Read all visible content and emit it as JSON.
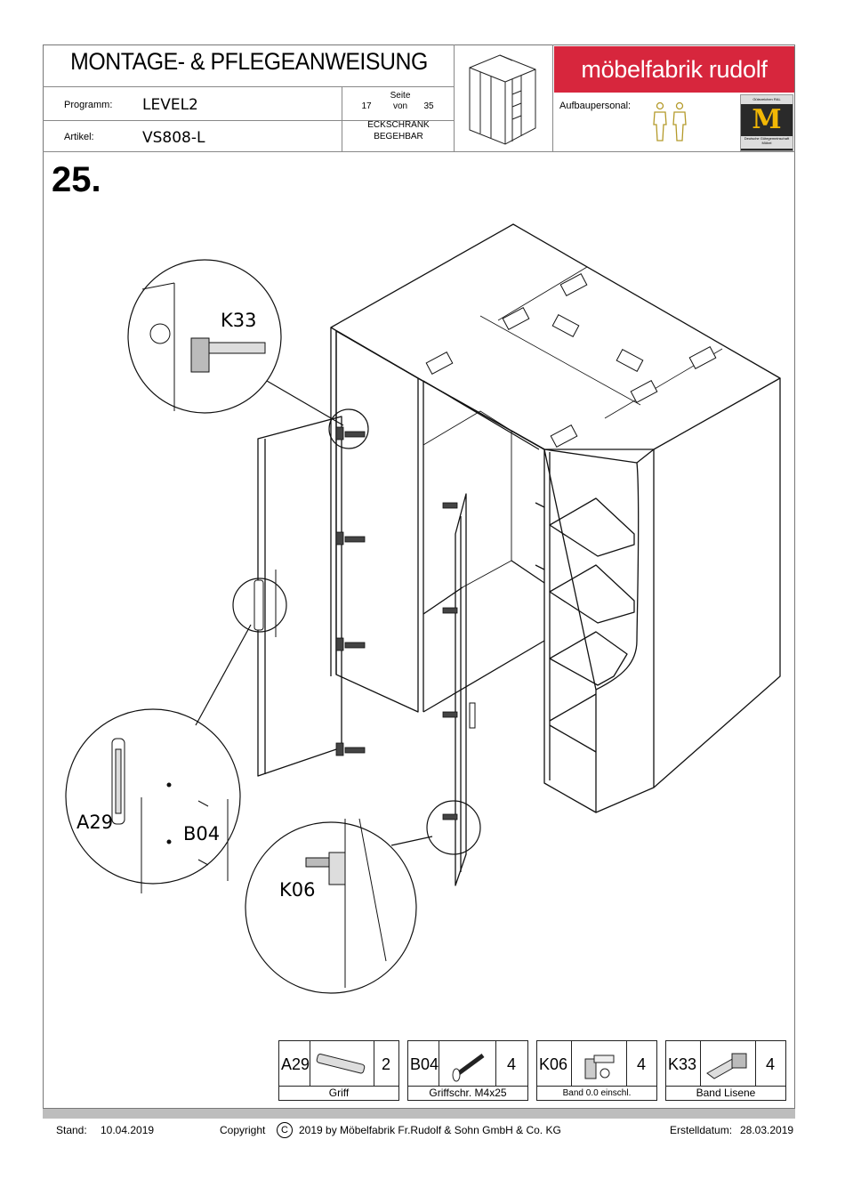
{
  "header": {
    "title": "MONTAGE- & PFLEGEANWEISUNG",
    "programm_label": "Programm:",
    "programm_value": "LEVEL2",
    "artikel_label": "Artikel:",
    "artikel_value": "VS808-L",
    "seite_label": "Seite",
    "seite_current": "17",
    "seite_von": "von",
    "seite_total": "35",
    "product_line1": "ECKSCHRANK",
    "product_line2": "BEGEHBAR",
    "brand": "möbelfabrik rudolf",
    "aufbau_label": "Aufbaupersonal:",
    "seal_top": "Gütezeichen RAL",
    "seal_letter": "M",
    "seal_bottom": "Deutsche Gütegemeinschaft Möbel",
    "brand_color": "#d7263d"
  },
  "step": "25.",
  "callouts": {
    "k33": "K33",
    "a29": "A29",
    "b04": "B04",
    "k06": "K06"
  },
  "parts": [
    {
      "code": "A29",
      "qty": "2",
      "name": "Griff",
      "icon": "handle-icon"
    },
    {
      "code": "B04",
      "qty": "4",
      "name": "Griffschr. M4x25",
      "icon": "screw-icon"
    },
    {
      "code": "K06",
      "qty": "4",
      "name": "Band 0.0 einschl.",
      "icon": "hinge-icon"
    },
    {
      "code": "K33",
      "qty": "4",
      "name": "Band Lisene",
      "icon": "hinge-icon"
    }
  ],
  "footer": {
    "stand_label": "Stand:",
    "stand_date": "10.04.2019",
    "copyright": "Copyright",
    "copyright_text": "2019  by Möbelfabrik Fr.Rudolf & Sohn GmbH & Co. KG",
    "erstell_label": "Erstelldatum:",
    "erstell_date": "28.03.2019"
  }
}
